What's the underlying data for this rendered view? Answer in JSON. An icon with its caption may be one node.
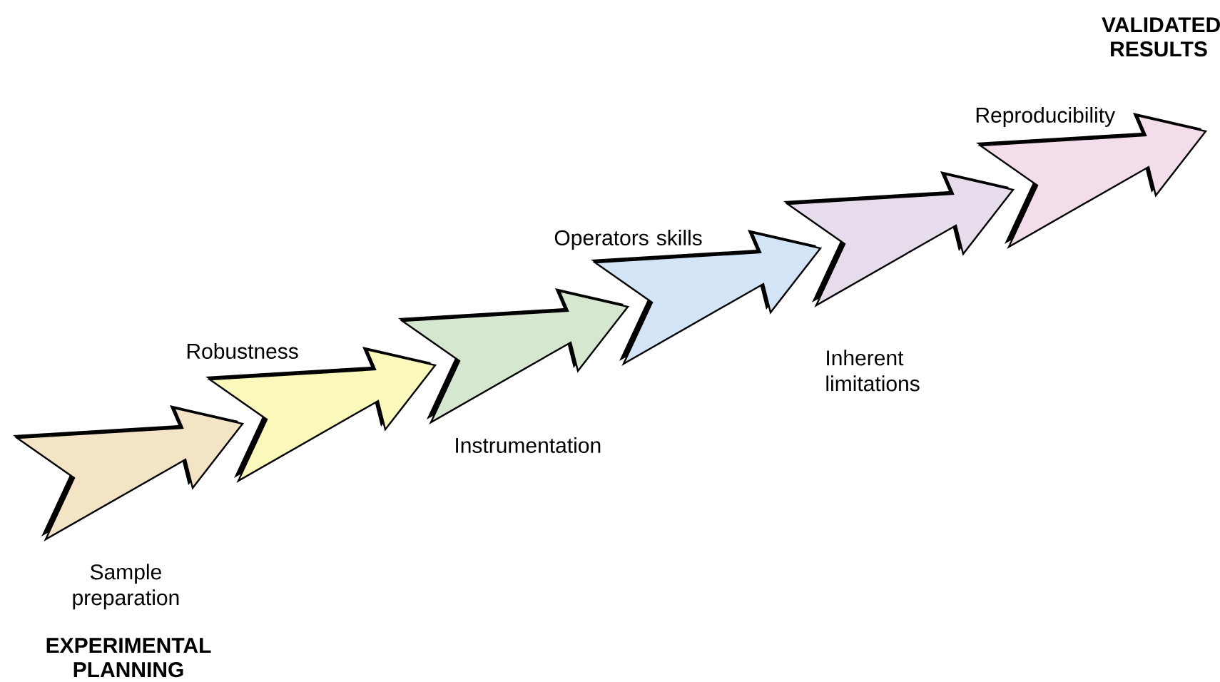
{
  "diagram": {
    "nodes": [
      {
        "text": [],
        "shape": "arrow",
        "beside": [
          "Sample preparation"
        ]
      },
      {
        "text": [],
        "shape": "arrow",
        "beside": [
          "Robustness"
        ]
      },
      {
        "text": [],
        "shape": "arrow",
        "beside": [
          "Instrumentation"
        ]
      },
      {
        "text": [],
        "shape": "arrow",
        "beside": [
          "Operators skills"
        ]
      },
      {
        "text": [],
        "shape": "arrow"
      },
      {
        "text": [],
        "shape": "arrow",
        "beside": [
          "Reproducibility"
        ]
      }
    ],
    "labels": [
      "VALIDATED RESULTS",
      "Inherent limitations",
      "EXPERIMENTAL PLANNING"
    ]
  }
}
